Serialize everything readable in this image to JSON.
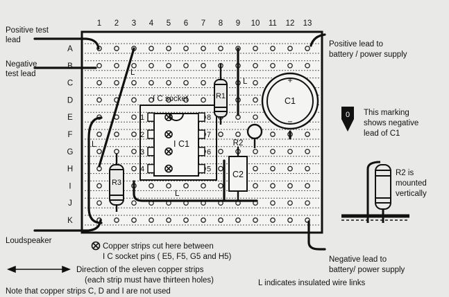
{
  "columns": [
    "1",
    "2",
    "3",
    "4",
    "5",
    "6",
    "7",
    "8",
    "9",
    "10",
    "11",
    "12",
    "13"
  ],
  "rows": [
    "A",
    "B",
    "C",
    "D",
    "E",
    "F",
    "G",
    "H",
    "I",
    "J",
    "K"
  ],
  "labels": {
    "positive_test_lead": [
      "Positive test",
      "lead"
    ],
    "negative_test_lead": [
      "Negative",
      "test lead"
    ],
    "positive_lead": [
      "Positive lead to",
      "battery / power supply"
    ],
    "negative_marking": [
      "This marking",
      "shows negative",
      "lead of C1"
    ],
    "negative_mark_symbol": "0",
    "r2_mounted": [
      "R2 is",
      "mounted",
      "vertically"
    ],
    "loudspeaker": "Loudspeaker",
    "cut_note": [
      "Copper strips cut here between",
      "I C socket pins ( E5, F5, G5 and H5)"
    ],
    "direction": [
      "Direction of the eleven copper strips",
      "(each strip must have thirteen holes)"
    ],
    "negative_lead": [
      "Negative lead to",
      "battery/ power supply"
    ],
    "insulated": "L indicates insulated wire links",
    "unused_note": "Note that copper strips C, D and I are not used",
    "ic_socket": "I C socket",
    "ic_name": "I C1",
    "pins_left": [
      "1",
      "2",
      "3",
      "4"
    ],
    "pins_right": [
      "8",
      "7",
      "6",
      "5"
    ],
    "r1": "R1",
    "r2": "R2",
    "r3": "R3",
    "c1": "C1",
    "c2": "C2",
    "c1_plus": "+",
    "c1_minus": "−",
    "link": "L"
  }
}
